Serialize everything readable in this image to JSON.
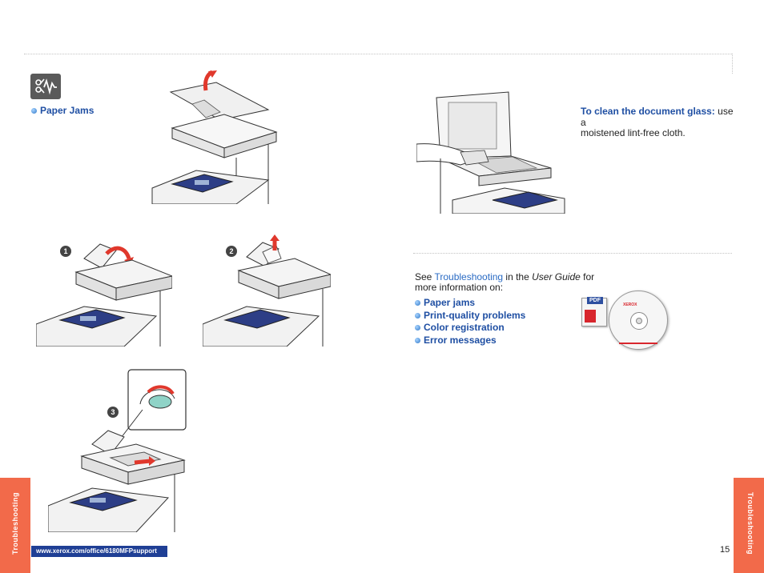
{
  "header": {
    "icon": "troubleshooting-icon"
  },
  "section_label": "Paper Jams",
  "glass": {
    "heading": "To clean the document glass:",
    "text_line1": "use a",
    "text_line2": "moistened lint-free cloth."
  },
  "see_also": {
    "prefix": "See ",
    "link": "Troubleshooting",
    "middle": " in the ",
    "guide": "User Guide",
    "suffix": " for",
    "line2": "more information on:",
    "items": [
      "Paper jams",
      "Print-quality problems",
      "Color registration",
      "Error messages"
    ]
  },
  "cd": {
    "badge": "PDF",
    "brand": "XEROX"
  },
  "steps": [
    "1",
    "2",
    "3"
  ],
  "footer": {
    "url": "www.xerox.com/office/6180MFPsupport",
    "page_number": "15"
  },
  "side_tab": {
    "left_label": "Troubleshooting",
    "right_label": "Troubleshooting"
  },
  "colors": {
    "accent": "#f26a4a",
    "link_blue": "#1f4fa3",
    "footer_blue": "#1f3f95"
  }
}
